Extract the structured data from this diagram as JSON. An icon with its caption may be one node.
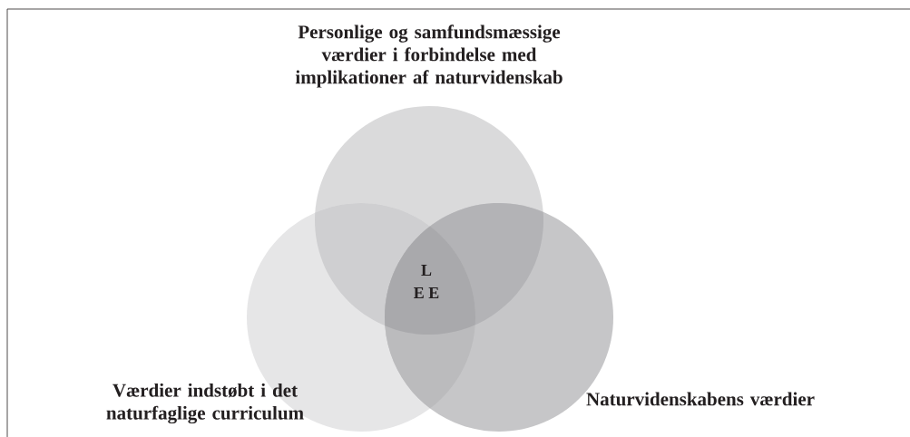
{
  "diagram": {
    "nodes": [
      {
        "text": [
          "Personlige og samfundsmæssige værdier i forbindelse med implikationer af naturvidenskab"
        ]
      },
      {
        "text": [
          "Værdier indstøbt i det naturfaglige curriculum"
        ]
      },
      {
        "text": [
          "Naturvidenskabens værdier"
        ]
      }
    ],
    "edges": [],
    "labels": [
      "L",
      "E E"
    ]
  }
}
